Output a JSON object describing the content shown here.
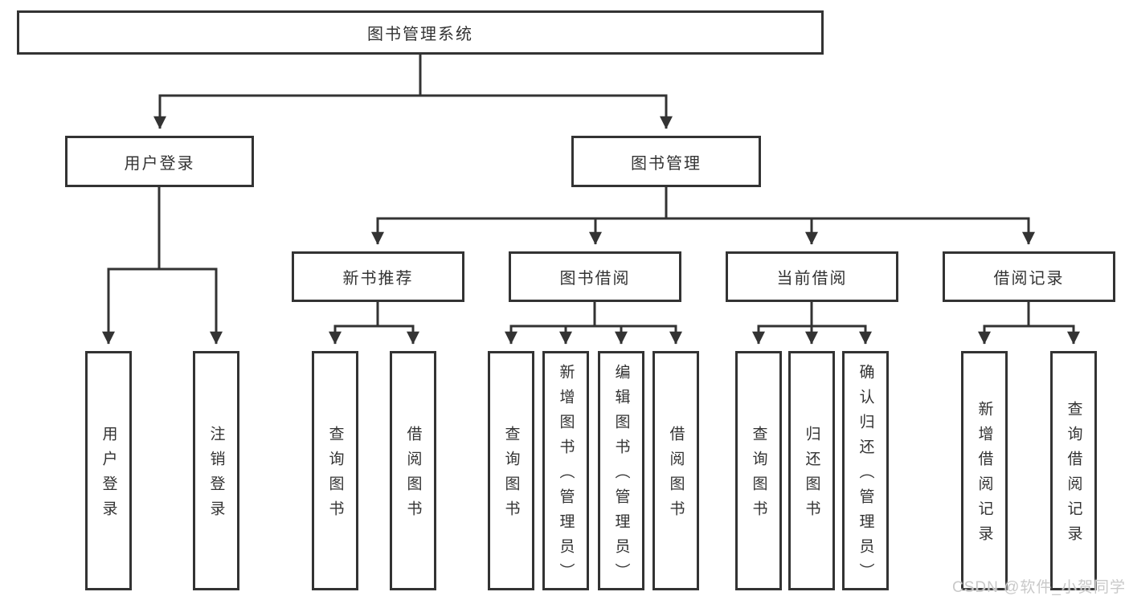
{
  "colors": {
    "line": "#333333",
    "box_border": "#333333",
    "box_background": "#ffffff",
    "text": "#333333",
    "watermark": "#c9c9c9",
    "background": "#ffffff"
  },
  "tree": {
    "label": "图书管理系统",
    "children": [
      {
        "label": "用户登录",
        "children": [
          {
            "label": "用户登录"
          },
          {
            "label": "注销登录"
          }
        ]
      },
      {
        "label": "图书管理",
        "children": [
          {
            "label": "新书推荐",
            "children": [
              {
                "label": "查询图书"
              },
              {
                "label": "借阅图书"
              }
            ]
          },
          {
            "label": "图书借阅",
            "children": [
              {
                "label": "查询图书"
              },
              {
                "label": "新增图书（管理员）"
              },
              {
                "label": "编辑图书（管理员）"
              },
              {
                "label": "借阅图书"
              }
            ]
          },
          {
            "label": "当前借阅",
            "children": [
              {
                "label": "查询图书"
              },
              {
                "label": "归还图书"
              },
              {
                "label": "确认归还（管理员）"
              }
            ]
          },
          {
            "label": "借阅记录",
            "children": [
              {
                "label": "新增借阅记录"
              },
              {
                "label": "查询借阅记录"
              }
            ]
          }
        ]
      }
    ]
  },
  "watermark": "CSDN @软件_小贺同学"
}
